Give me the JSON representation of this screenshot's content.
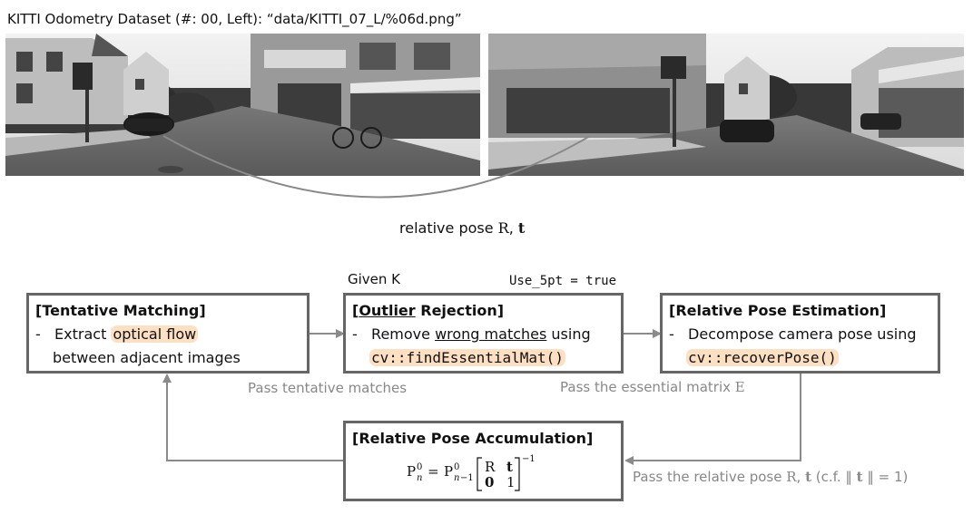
{
  "header": {
    "dataset_title": "KITTI Odometry Dataset (#: 00, Left): “data/KITTI_07_L/%06d.png”"
  },
  "images": {
    "left_frame": "left camera frame",
    "right_frame": "next camera frame"
  },
  "caption": {
    "prefix": "relative pose ",
    "R": "R",
    "comma": ", ",
    "t": "t"
  },
  "notes": {
    "given": "Given K",
    "use5pt": "Use_5pt = true"
  },
  "box_matching": {
    "title": "[Tentative Matching]",
    "dash": "-",
    "extract": "Extract ",
    "optical_flow": "optical flow",
    "between": "between adjacent images"
  },
  "box_outlier": {
    "title_open": "[",
    "title_outlier": "Outlier",
    "title_rest": " Rejection]",
    "dash": "-",
    "remove": "Remove ",
    "wrong_matches": "wrong matches",
    "using": " using",
    "func": "cv::findEssentialMat()"
  },
  "box_pose": {
    "title": "[Relative Pose Estimation]",
    "dash": "-",
    "decompose": "Decompose camera pose using",
    "func": "cv::recoverPose()"
  },
  "box_accum": {
    "title": "[Relative Pose Accumulation]",
    "formula": "P_n^0 = P_{n-1}^0 [R t; 0 1]^{-1}"
  },
  "edges": {
    "pass_matches": "Pass tentative matches",
    "pass_essential": "Pass the essential matrix ",
    "E": "E",
    "pass_pose": "Pass the relative pose ",
    "pass_pose_R": "R",
    "pass_pose_comma": ", ",
    "pass_pose_t": "t",
    "pass_pose_cf": " (c.f. ‖ ",
    "pass_pose_t2": "t",
    "pass_pose_end": " ‖ = 1)"
  },
  "colors": {
    "box_border": "#666666",
    "arrow": "#8a8a8a",
    "highlight": "#fde0c2",
    "edge_text": "#888888"
  }
}
